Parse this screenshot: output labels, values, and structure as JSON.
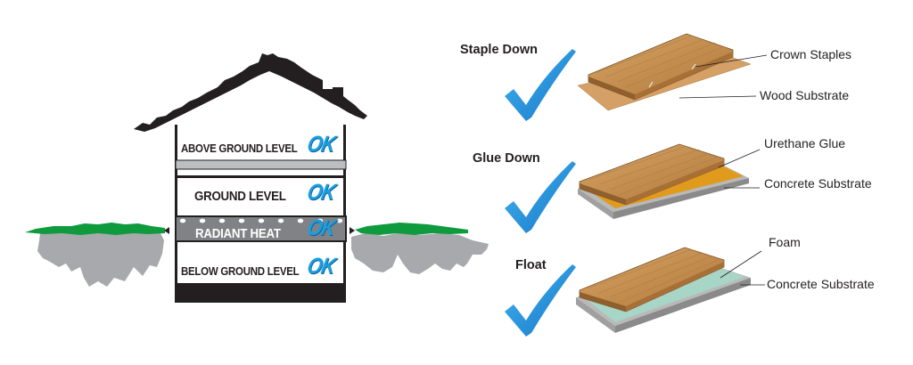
{
  "house": {
    "levels": [
      {
        "label": "ABOVE GROUND LEVEL",
        "status": "OK"
      },
      {
        "label": "GROUND LEVEL",
        "status": "OK"
      },
      {
        "label": "RADIANT HEAT",
        "status": "OK"
      },
      {
        "label": "BELOW GROUND LEVEL",
        "status": "OK"
      }
    ]
  },
  "methods": [
    {
      "title": "Staple Down",
      "callouts": [
        "Crown Staples",
        "Wood Substrate"
      ],
      "check_icon": "checkmark-icon",
      "substrate_color": "#d4a066"
    },
    {
      "title": "Glue Down",
      "callouts": [
        "Urethane Glue",
        "Concrete Substrate"
      ],
      "check_icon": "checkmark-icon",
      "substrate_color": "#e09a1c"
    },
    {
      "title": "Float",
      "callouts": [
        "Foam",
        "Concrete Substrate"
      ],
      "check_icon": "checkmark-icon",
      "substrate_color": "#a7d5c6"
    }
  ],
  "colors": {
    "ok_blue": "#1a9ee0",
    "check_blue": "#1e8fdc",
    "grass_green": "#0e9a3d",
    "soil_gray": "#a7a9ac",
    "wood": "#c79356",
    "house_black": "#231f20"
  }
}
